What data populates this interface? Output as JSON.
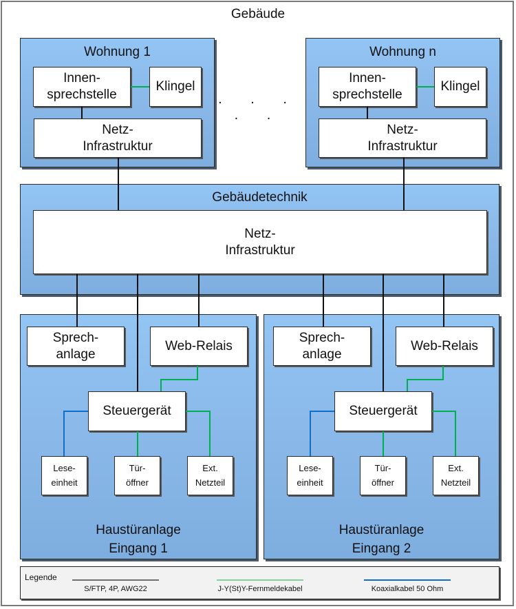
{
  "building": {
    "title": "Gebäude"
  },
  "apartments": [
    {
      "title": "Wohnung 1",
      "intercom": [
        "Innen-",
        "sprechstelle"
      ],
      "bell": "Klingel",
      "network": [
        "Netz-",
        "Infrastruktur"
      ]
    },
    {
      "title": "Wohnung n",
      "intercom": [
        "Innen-",
        "sprechstelle"
      ],
      "bell": "Klingel",
      "network": [
        "Netz-",
        "Infrastruktur"
      ]
    }
  ],
  "ellipsis": ". . . . .",
  "building_tech": {
    "title": "Gebäudetechnik",
    "network": [
      "Netz-",
      "Infrastruktur"
    ]
  },
  "entrances": [
    {
      "title": [
        "Haustüranlage",
        "Eingang 1"
      ],
      "speech": [
        "Sprech-",
        "anlage"
      ],
      "relay": "Web-Relais",
      "controller": "Steuergerät",
      "reader": [
        "Lese-",
        "einheit"
      ],
      "opener": [
        "Tür-",
        "öffner"
      ],
      "psu": [
        "Ext.",
        "Netzteil"
      ]
    },
    {
      "title": [
        "Haustüranlage",
        "Eingang 2"
      ],
      "speech": [
        "Sprech-",
        "anlage"
      ],
      "relay": "Web-Relais",
      "controller": "Steuergerät",
      "reader": [
        "Lese-",
        "einheit"
      ],
      "opener": [
        "Tür-",
        "öffner"
      ],
      "psu": [
        "Ext.",
        "Netzteil"
      ]
    }
  ],
  "legend": {
    "title": "Legende",
    "items": [
      {
        "label": "S/FTP, 4P, AWG22",
        "color": "#707070"
      },
      {
        "label": "J-Y(St)Y-Fernmeldekabel",
        "color": "#7fd1a0"
      },
      {
        "label": "Koaxialkabel 50 Ohm",
        "color": "#0f6fc6"
      }
    ]
  },
  "colors": {
    "ethernet": "#111111",
    "telecom": "#00b050",
    "coax": "#0f6fc6"
  }
}
